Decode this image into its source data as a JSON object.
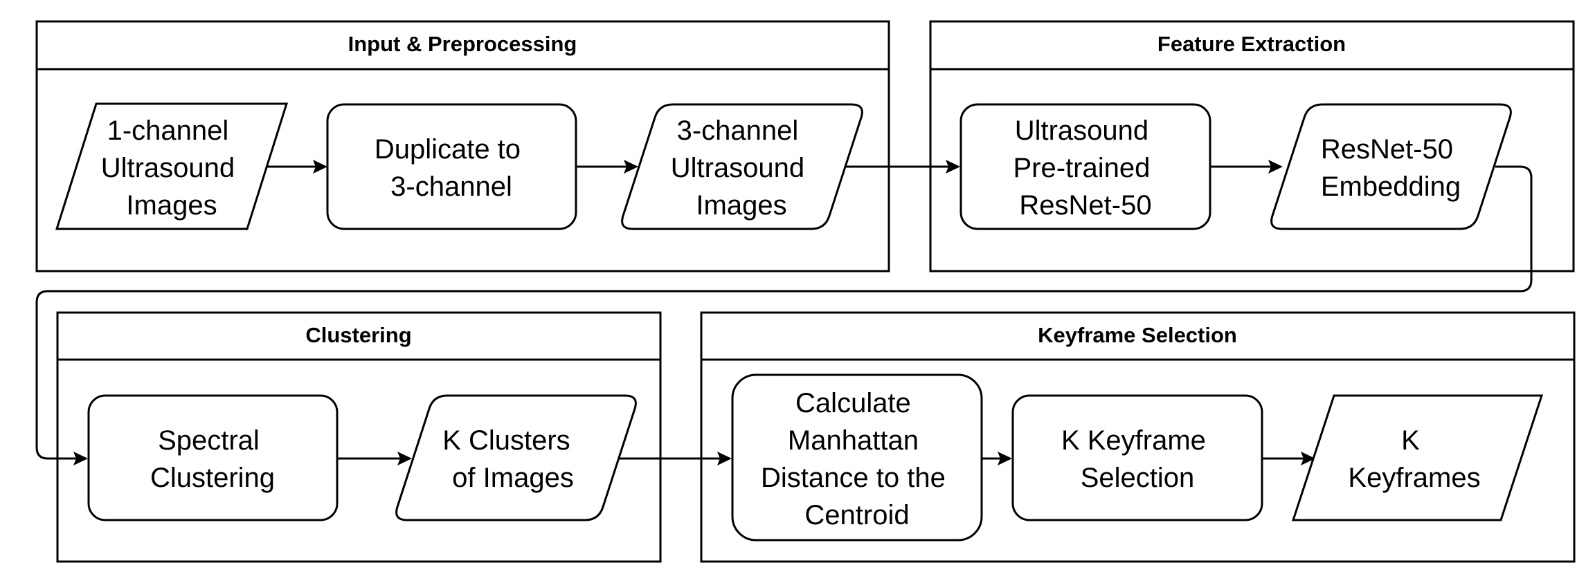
{
  "groups": [
    {
      "id": "input",
      "title": "Input & Preprocessing"
    },
    {
      "id": "feature",
      "title": "Feature Extraction"
    },
    {
      "id": "clustering",
      "title": "Clustering"
    },
    {
      "id": "keyframe",
      "title": "Keyframe Selection"
    }
  ],
  "nodes": {
    "one_channel": {
      "shape": "parallelogram",
      "lines": [
        "1-channel",
        "Ultrasound",
        "Images"
      ]
    },
    "duplicate": {
      "shape": "process",
      "lines": [
        "Duplicate to",
        "3-channel"
      ]
    },
    "three_channel": {
      "shape": "data",
      "lines": [
        "3-channel",
        "Ultrasound",
        "Images"
      ]
    },
    "resnet_model": {
      "shape": "process",
      "lines": [
        "Ultrasound",
        "Pre-trained",
        "ResNet-50"
      ]
    },
    "embedding": {
      "shape": "data",
      "lines": [
        "ResNet-50",
        "Embedding"
      ]
    },
    "spectral": {
      "shape": "process",
      "lines": [
        "Spectral",
        "Clustering"
      ]
    },
    "k_clusters": {
      "shape": "data",
      "lines": [
        "K Clusters",
        "of Images"
      ]
    },
    "manhattan": {
      "shape": "process",
      "lines": [
        "Calculate",
        "Manhattan",
        "Distance to the",
        "Centroid"
      ]
    },
    "k_selection": {
      "shape": "process",
      "lines": [
        "K Keyframe",
        "Selection"
      ]
    },
    "k_keyframes": {
      "shape": "parallelogram",
      "lines": [
        "K",
        "Keyframes"
      ]
    }
  },
  "edges": [
    {
      "from": "one_channel",
      "to": "duplicate"
    },
    {
      "from": "duplicate",
      "to": "three_channel"
    },
    {
      "from": "three_channel",
      "to": "resnet_model"
    },
    {
      "from": "resnet_model",
      "to": "embedding"
    },
    {
      "from": "embedding",
      "to": "spectral"
    },
    {
      "from": "spectral",
      "to": "k_clusters"
    },
    {
      "from": "k_clusters",
      "to": "manhattan"
    },
    {
      "from": "manhattan",
      "to": "k_selection"
    },
    {
      "from": "k_selection",
      "to": "k_keyframes"
    }
  ]
}
